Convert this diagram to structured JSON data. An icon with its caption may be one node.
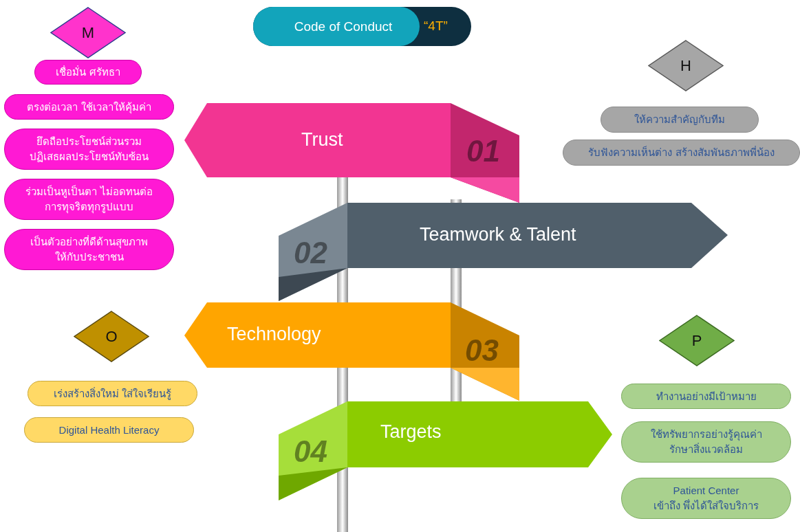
{
  "diagram": {
    "nodes": [
      {
        "text": [
          "Code of Conduct",
          "“4T”"
        ]
      },
      {
        "text": [
          "M"
        ]
      },
      {
        "text": [
          "เชื่อมั่น ศรัทธา"
        ]
      },
      {
        "text": [
          "ตรงต่อเวลา ใช้เวลาให้คุ้มค่า"
        ]
      },
      {
        "text": [
          "ยึดถือประโยชน์ส่วนรวม ปฏิเสธผลประโยชน์ทับซ้อน"
        ]
      },
      {
        "text": [
          "ร่วมเป็นหูเป็นตา ไม่อดทนต่อ การทุจริตทุกรูปแบบ"
        ]
      },
      {
        "text": [
          "เป็นตัวอย่างที่ดีด้านสุขภาพ ให้กับประชาชน"
        ]
      },
      {
        "text": [
          "H"
        ]
      },
      {
        "text": [
          "ให้ความสำคัญกับทีม"
        ]
      },
      {
        "text": [
          "รับฟังความเห็นต่าง สร้างสัมพันธภาพพี่น้อง"
        ]
      },
      {
        "text": [
          "Trust",
          "01"
        ]
      },
      {
        "text": [
          "Teamwork & Talent",
          "02"
        ]
      },
      {
        "text": [
          "Technology",
          "03"
        ]
      },
      {
        "text": [
          "O"
        ]
      },
      {
        "text": [
          "P"
        ]
      },
      {
        "text": [
          "เร่งสร้างสิ่งใหม่ ใส่ใจเรียนรู้"
        ]
      },
      {
        "text": [
          "Digital Health Literacy"
        ]
      },
      {
        "text": [
          "ทำงานอย่างมีเป้าหมาย"
        ]
      },
      {
        "text": [
          "Targets",
          "04"
        ]
      },
      {
        "text": [
          "ใช้ทรัพยากรอย่างรู้คุณค่า รักษาสิ่งแวดล้อม"
        ]
      },
      {
        "text": [
          "Patient Center เข้าถึง พึ่งได้ใส่ใจบริการ"
        ]
      }
    ]
  }
}
